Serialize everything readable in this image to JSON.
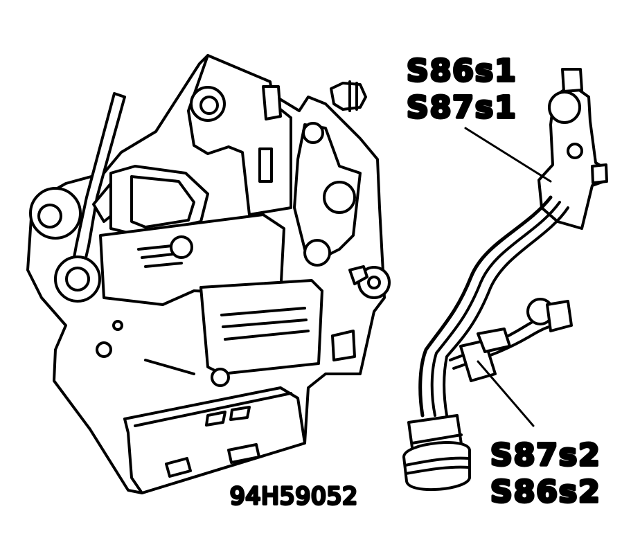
{
  "labels": {
    "top_1": "S86s1",
    "top_2": "S87s1",
    "bottom_1": "S87s2",
    "bottom_2": "S86s2",
    "figure_id": "94H59052"
  },
  "colors": {
    "ink": "#000000",
    "paper": "#ffffff"
  }
}
